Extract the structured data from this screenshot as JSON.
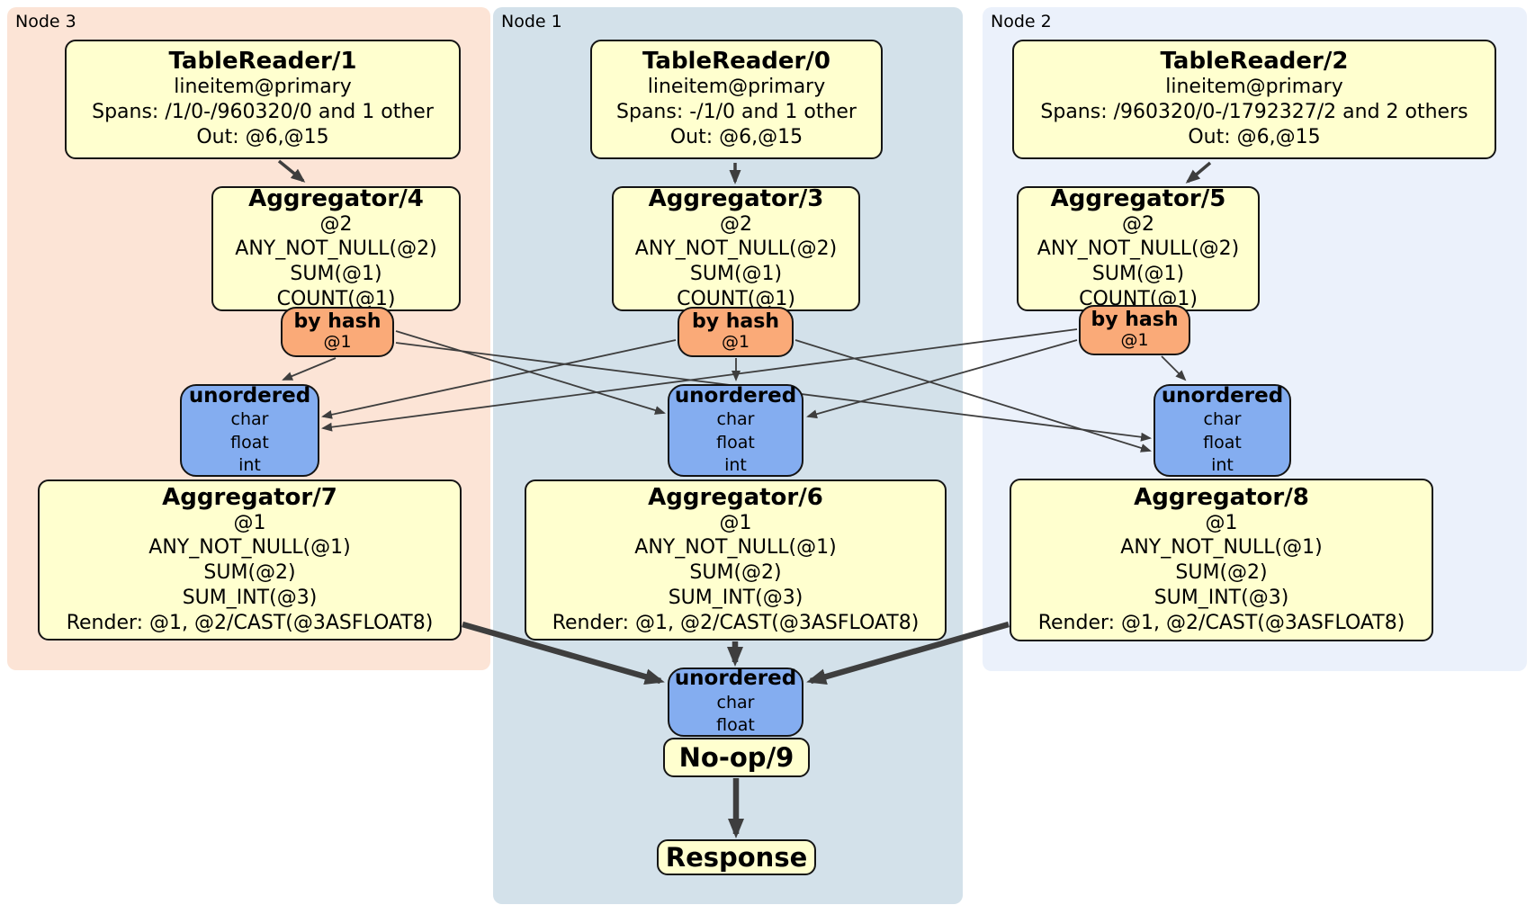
{
  "palette": {
    "group_node3": "#fce4d6",
    "group_node1": "#d3e1ea",
    "group_node2": "#ebf1fb",
    "processor_fill": "#ffffcf",
    "router_fill": "#faaa78",
    "sync_fill": "#84adf0",
    "edge_color": "#3e3e3e"
  },
  "groups": [
    {
      "id": "node3",
      "label": "Node 3"
    },
    {
      "id": "node1",
      "label": "Node 1"
    },
    {
      "id": "node2",
      "label": "Node 2"
    }
  ],
  "boxes": {
    "tr1": {
      "title": "TableReader/1",
      "lines": [
        "lineitem@primary",
        "Spans: /1/0-/960320/0 and 1 other",
        "Out: @6,@15"
      ]
    },
    "tr0": {
      "title": "TableReader/0",
      "lines": [
        "lineitem@primary",
        "Spans: -/1/0 and 1 other",
        "Out: @6,@15"
      ]
    },
    "tr2": {
      "title": "TableReader/2",
      "lines": [
        "lineitem@primary",
        "Spans: /960320/0-/1792327/2 and 2 others",
        "Out: @6,@15"
      ]
    },
    "agg4": {
      "title": "Aggregator/4",
      "lines": [
        "@2",
        "ANY_NOT_NULL(@2)",
        "SUM(@1)",
        "COUNT(@1)"
      ]
    },
    "agg3": {
      "title": "Aggregator/3",
      "lines": [
        "@2",
        "ANY_NOT_NULL(@2)",
        "SUM(@1)",
        "COUNT(@1)"
      ]
    },
    "agg5": {
      "title": "Aggregator/5",
      "lines": [
        "@2",
        "ANY_NOT_NULL(@2)",
        "SUM(@1)",
        "COUNT(@1)"
      ]
    },
    "bh3": {
      "title": "by hash",
      "lines": [
        "@1"
      ]
    },
    "bh1": {
      "title": "by hash",
      "lines": [
        "@1"
      ]
    },
    "bh2": {
      "title": "by hash",
      "lines": [
        "@1"
      ]
    },
    "u3": {
      "title": "unordered",
      "lines": [
        "char",
        "float",
        "int"
      ]
    },
    "u1": {
      "title": "unordered",
      "lines": [
        "char",
        "float",
        "int"
      ]
    },
    "u2": {
      "title": "unordered",
      "lines": [
        "char",
        "float",
        "int"
      ]
    },
    "agg7": {
      "title": "Aggregator/7",
      "lines": [
        "@1",
        "ANY_NOT_NULL(@1)",
        "SUM(@2)",
        "SUM_INT(@3)",
        "Render: @1, @2/CAST(@3ASFLOAT8)"
      ]
    },
    "agg6": {
      "title": "Aggregator/6",
      "lines": [
        "@1",
        "ANY_NOT_NULL(@1)",
        "SUM(@2)",
        "SUM_INT(@3)",
        "Render: @1, @2/CAST(@3ASFLOAT8)"
      ]
    },
    "agg8": {
      "title": "Aggregator/8",
      "lines": [
        "@1",
        "ANY_NOT_NULL(@1)",
        "SUM(@2)",
        "SUM_INT(@3)",
        "Render: @1, @2/CAST(@3ASFLOAT8)"
      ]
    },
    "uf": {
      "title": "unordered",
      "lines": [
        "char",
        "float"
      ]
    },
    "noop": {
      "title": "No-op/9",
      "lines": []
    },
    "response": {
      "title": "Response",
      "lines": []
    }
  },
  "edges": [
    {
      "from": "tablereader-1",
      "to": "aggregator-4",
      "style": "medium",
      "points": [
        310,
        179,
        337,
        201
      ]
    },
    {
      "from": "tablereader-0",
      "to": "aggregator-3",
      "style": "medium",
      "points": [
        817,
        181,
        817,
        202
      ]
    },
    {
      "from": "tablereader-2",
      "to": "aggregator-5",
      "style": "medium",
      "points": [
        1345,
        181,
        1320,
        202
      ]
    },
    {
      "from": "byhash-node3",
      "to": "unordered-node3",
      "style": "thin",
      "points": [
        373,
        398,
        315,
        422
      ]
    },
    {
      "from": "byhash-node3",
      "to": "unordered-node1",
      "style": "thin",
      "points": [
        440,
        368,
        738,
        459
      ]
    },
    {
      "from": "byhash-node3",
      "to": "unordered-node2",
      "style": "thin",
      "points": [
        440,
        381,
        1278,
        487
      ]
    },
    {
      "from": "byhash-node1",
      "to": "unordered-node1",
      "style": "thin",
      "points": [
        818,
        398,
        818,
        422
      ]
    },
    {
      "from": "byhash-node1",
      "to": "unordered-node3",
      "style": "thin",
      "points": [
        751,
        378,
        359,
        463
      ]
    },
    {
      "from": "byhash-node1",
      "to": "unordered-node2",
      "style": "thin",
      "points": [
        884,
        378,
        1278,
        501
      ]
    },
    {
      "from": "byhash-node2",
      "to": "unordered-node2",
      "style": "thin",
      "points": [
        1291,
        396,
        1317,
        422
      ]
    },
    {
      "from": "byhash-node2",
      "to": "unordered-node3",
      "style": "thin",
      "points": [
        1197,
        366,
        359,
        476
      ]
    },
    {
      "from": "byhash-node2",
      "to": "unordered-node1",
      "style": "thin",
      "points": [
        1197,
        378,
        898,
        463
      ]
    },
    {
      "from": "aggregator-7",
      "to": "final-unordered",
      "style": "thick",
      "points": [
        514,
        694,
        734,
        757
      ]
    },
    {
      "from": "aggregator-6",
      "to": "final-unordered",
      "style": "thick",
      "points": [
        817,
        713,
        817,
        736
      ]
    },
    {
      "from": "aggregator-8",
      "to": "final-unordered",
      "style": "thick",
      "points": [
        1121,
        694,
        901,
        757
      ]
    },
    {
      "from": "noop-9",
      "to": "response",
      "style": "thick",
      "points": [
        818,
        865,
        818,
        927
      ]
    }
  ]
}
